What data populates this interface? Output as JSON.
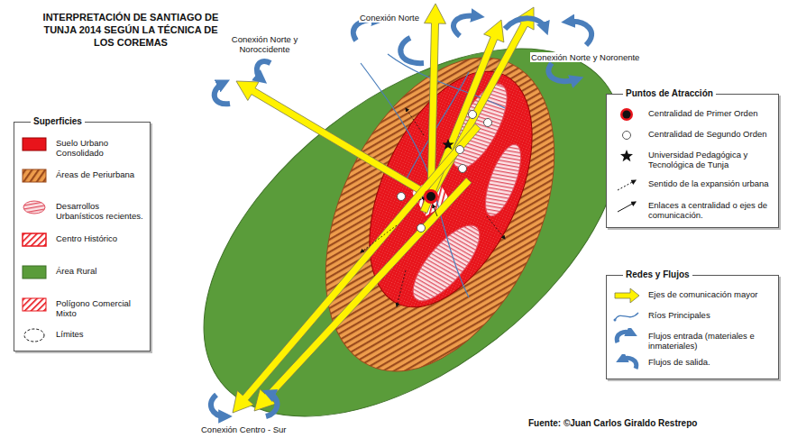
{
  "diagram": {
    "title": "INTERPRETACIÓN DE SANTIAGO DE TUNJA 2014 SEGÚN LA TÉCNICA DE LOS COREMAS",
    "nodes": [
      {
        "text": [
          "Superficies"
        ]
      },
      {
        "text": [
          "Puntos de Atracción"
        ]
      },
      {
        "text": [
          "Redes y Flujos"
        ]
      }
    ],
    "labels": [
      "Conexión Norte",
      "Conexión Norte y Noroccidente",
      "Conexión Norte y Noronente",
      "Conexión Centro - Sur",
      "Fuente: ©Juan Carlos Giraldo Restrepo"
    ],
    "legend": [
      {
        "text": "Suelo Urbano Consolidado",
        "color": "#e8141b"
      },
      {
        "text": "Áreas de Periurbana"
      },
      {
        "text": "Desarrollos Urbanísticos recientes."
      },
      {
        "text": "Centro Histórico"
      },
      {
        "text": "Área Rural",
        "color": "#5a9c3a"
      },
      {
        "text": "Polígono Comercial Mixto"
      },
      {
        "text": "Límites"
      },
      {
        "text": "Centralidad de Primer Orden"
      },
      {
        "text": "Centralidad de Segundo Orden"
      },
      {
        "text": "Universidad Pedagógica y Tecnológica de Tunja"
      },
      {
        "text": "Sentido de la expansión urbana"
      },
      {
        "text": "Enlaces a centralidad o ejes de comunicación."
      },
      {
        "text": "Ejes de comunicación mayor"
      },
      {
        "text": "Ríos Principales"
      },
      {
        "text": "Flujos entrada (materiales e inmateriales)"
      },
      {
        "text": "Flujos de salida."
      }
    ]
  }
}
